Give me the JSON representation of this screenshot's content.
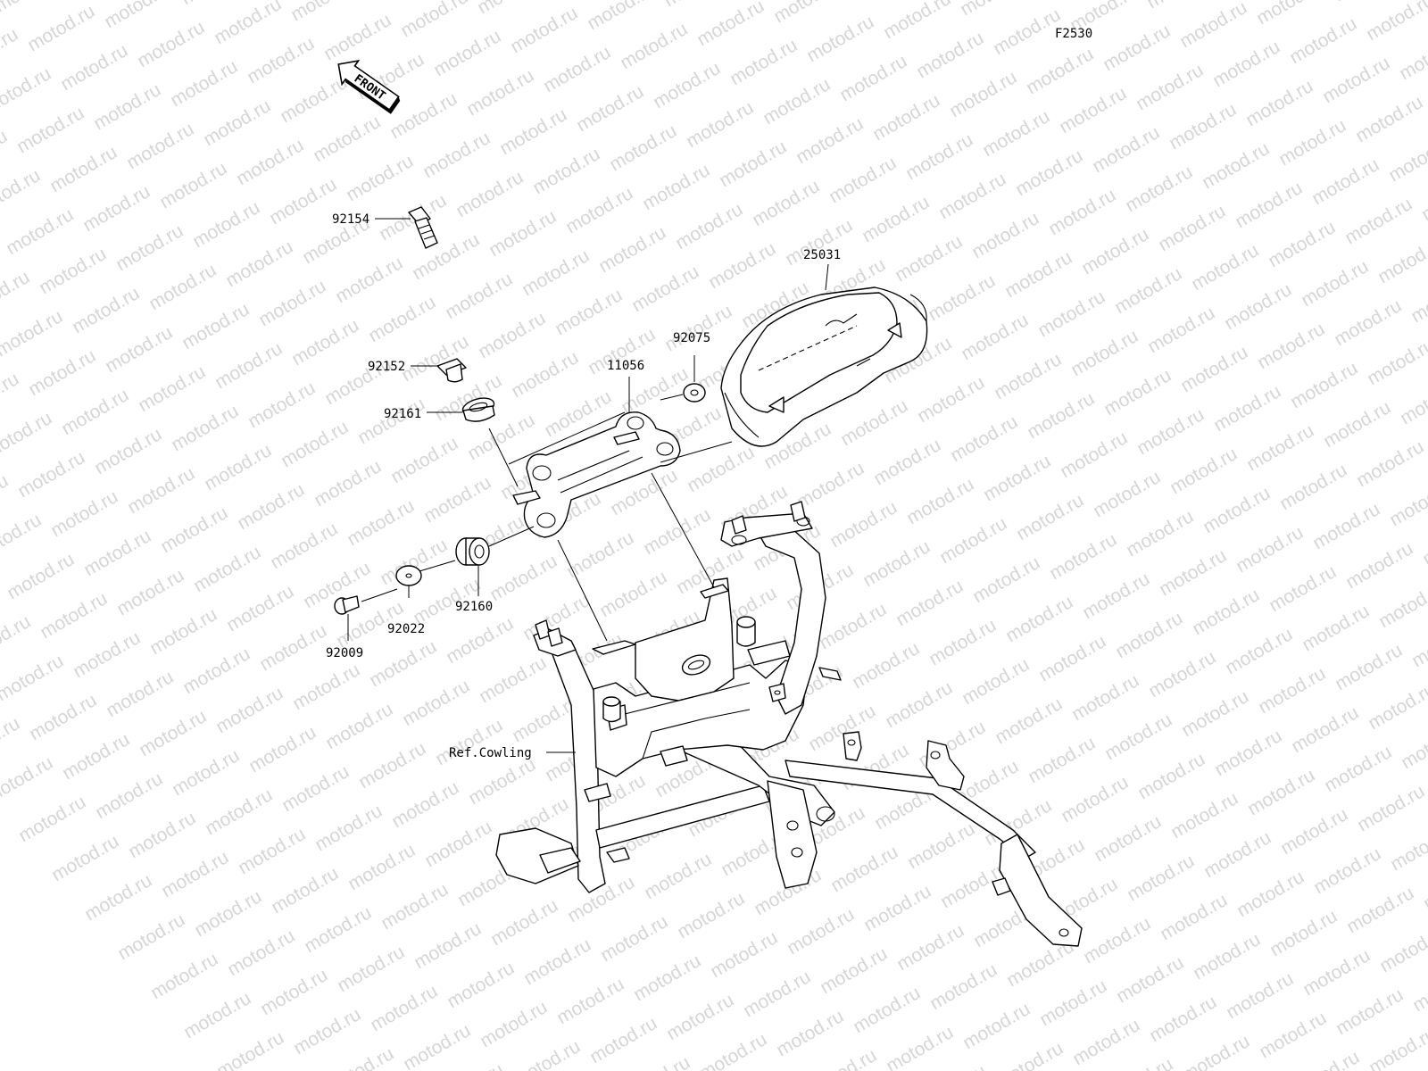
{
  "diagram": {
    "code": "F2530",
    "watermark": "motod.ru",
    "direction_label": "FRONT",
    "reference_label": "Ref.Cowling",
    "parts": [
      {
        "number": "25031"
      },
      {
        "number": "92075"
      },
      {
        "number": "11056"
      },
      {
        "number": "92154"
      },
      {
        "number": "92152"
      },
      {
        "number": "92161"
      },
      {
        "number": "92160"
      },
      {
        "number": "92022"
      },
      {
        "number": "92009"
      }
    ]
  }
}
